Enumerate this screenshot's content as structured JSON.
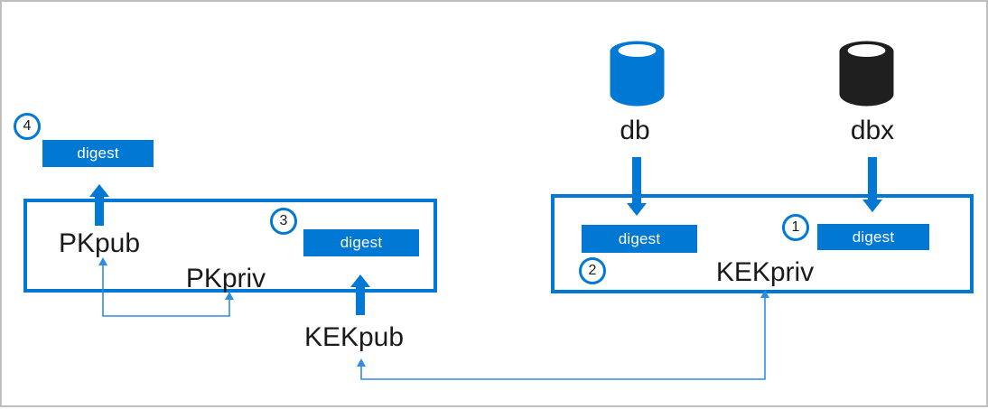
{
  "colors": {
    "accent": "#0078d4",
    "connector": "#2e8ce4",
    "dbx": "#1f1f1f",
    "frame": "#bfbfbf",
    "text": "#1a1a1a",
    "digest_text": "#ffffff"
  },
  "labels": {
    "digest": "digest",
    "pkpub": "PKpub",
    "pkpriv": "PKpriv",
    "kekpub": "KEKpub",
    "kekpriv": "KEKpriv",
    "db": "db",
    "dbx": "dbx"
  },
  "steps": {
    "s1": "1",
    "s2": "2",
    "s3": "3",
    "s4": "4"
  }
}
